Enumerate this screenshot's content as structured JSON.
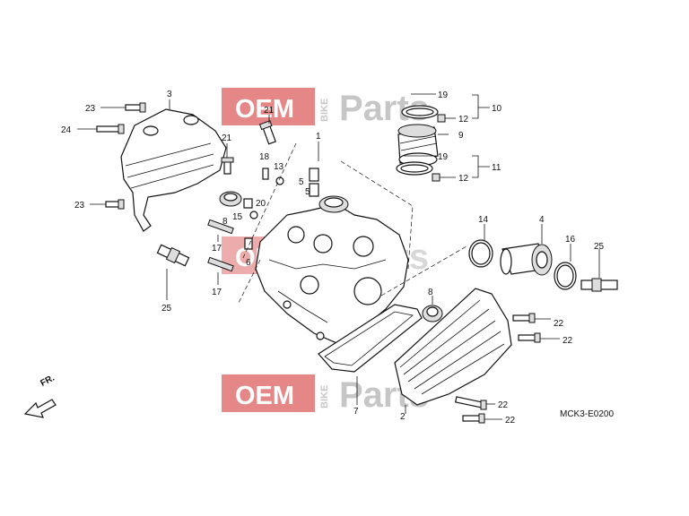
{
  "watermark": {
    "brand_left": "OEM",
    "brand_side": "BIKE",
    "brand_right": "Parts",
    "color_red": "#e06a6a",
    "color_gray": "#b9b9b9"
  },
  "diagram_code": "MCK3-E0200",
  "direction_label": "FR.",
  "callouts": {
    "c1": "1",
    "c2": "2",
    "c3": "3",
    "c4": "4",
    "c5a": "5",
    "c5b": "5",
    "c6": "6",
    "c7": "7",
    "c8a": "8",
    "c8b": "8",
    "c9": "9",
    "c10": "10",
    "c11": "11",
    "c12a": "12",
    "c12b": "12",
    "c13": "13",
    "c14": "14",
    "c15": "15",
    "c16": "16",
    "c17a": "17",
    "c17b": "17",
    "c18": "18",
    "c19a": "19",
    "c19b": "19",
    "c20": "20",
    "c21a": "21",
    "c21b": "21",
    "c22a": "22",
    "c22b": "22",
    "c22c": "22",
    "c22d": "22",
    "c23a": "23",
    "c23b": "23",
    "c24": "24",
    "c25a": "25",
    "c25b": "25"
  }
}
